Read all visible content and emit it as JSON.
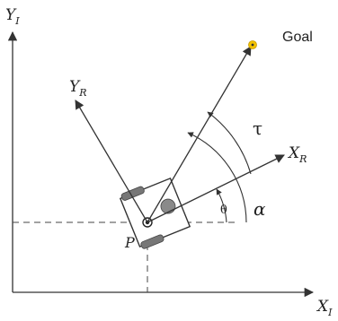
{
  "labels": {
    "inertial_y": {
      "main": "Y",
      "sub": "I"
    },
    "inertial_x": {
      "main": "X",
      "sub": "I"
    },
    "robot_y": {
      "main": "Y",
      "sub": "R"
    },
    "robot_x": {
      "main": "X",
      "sub": "R"
    },
    "goal": "Goal",
    "tau": "τ",
    "alpha": "α",
    "theta": "θ",
    "point": "P"
  },
  "colors": {
    "line": "#333333",
    "wheel": "#777777",
    "goal_fill": "#f2c200"
  }
}
